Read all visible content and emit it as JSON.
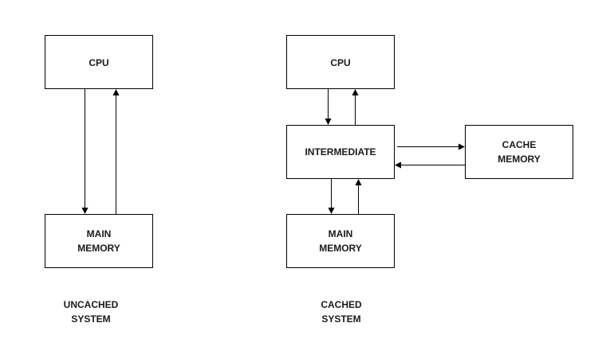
{
  "diagram": {
    "uncached": {
      "cpu": {
        "label": [
          "CPU"
        ]
      },
      "main_memory": {
        "label": [
          "MAIN",
          "MEMORY"
        ]
      },
      "caption": [
        "UNCACHED",
        "SYSTEM"
      ]
    },
    "cached": {
      "cpu": {
        "label": [
          "CPU"
        ]
      },
      "intermediate": {
        "label": [
          "INTERMEDIATE"
        ]
      },
      "cache_memory": {
        "label": [
          "CACHE",
          "MEMORY"
        ]
      },
      "main_memory": {
        "label": [
          "MAIN",
          "MEMORY"
        ]
      },
      "caption": [
        "CACHED",
        "SYSTEM"
      ]
    },
    "edges": [
      {
        "from": "uncached.cpu",
        "to": "uncached.main_memory"
      },
      {
        "from": "uncached.main_memory",
        "to": "uncached.cpu"
      },
      {
        "from": "cached.cpu",
        "to": "cached.intermediate"
      },
      {
        "from": "cached.intermediate",
        "to": "cached.cpu"
      },
      {
        "from": "cached.intermediate",
        "to": "cached.cache_memory"
      },
      {
        "from": "cached.cache_memory",
        "to": "cached.intermediate"
      },
      {
        "from": "cached.intermediate",
        "to": "cached.main_memory"
      },
      {
        "from": "cached.main_memory",
        "to": "cached.intermediate"
      }
    ]
  }
}
